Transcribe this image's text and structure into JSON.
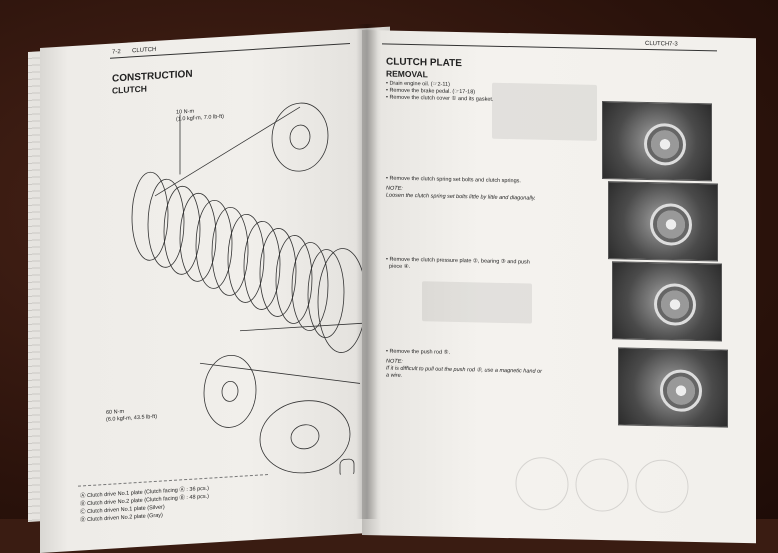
{
  "left_page": {
    "header_page": "7-2",
    "header_section": "CLUTCH",
    "title": "CONSTRUCTION",
    "subtitle": "CLUTCH",
    "torque_top": "10 N·m\n(1.0 kgf-m, 7.0 lb-ft)",
    "torque_bottom": "60 N·m\n(6.0 kgf-m, 43.5 lb-ft)",
    "legend": [
      "Ⓐ Clutch drive No.1 plate (Clutch facing Ⓐ : 36 pcs.)",
      "Ⓑ Clutch drive No.2 plate (Clutch facing Ⓑ : 48 pcs.)",
      "Ⓒ Clutch driven No.1 plate (Silver)",
      "Ⓓ Clutch driven No.2 plate (Gray)"
    ]
  },
  "right_page": {
    "header_section": "CLUTCH",
    "header_page": "7-3",
    "title": "CLUTCH PLATE",
    "subtitle": "REMOVAL",
    "steps": [
      "• Drain engine oil. (☞2-11)",
      "• Remove the brake pedal. (☞17-18)",
      "• Remove the clutch cover ① and its gasket."
    ],
    "step2": "• Remove the clutch spring set bolts and clutch springs.",
    "note_label": "NOTE:",
    "note2": "Loosen the clutch spring set bolts little by little and diagonally.",
    "step3_a": "• Remove the clutch pressure plate ②, bearing ③ and push",
    "step3_b": "  piece ④.",
    "step4": "• Remove the push rod ⑤.",
    "note4_a": "If it is difficult to pull out the push rod ⑤, use a magnetic hand or",
    "note4_b": "a wire."
  }
}
